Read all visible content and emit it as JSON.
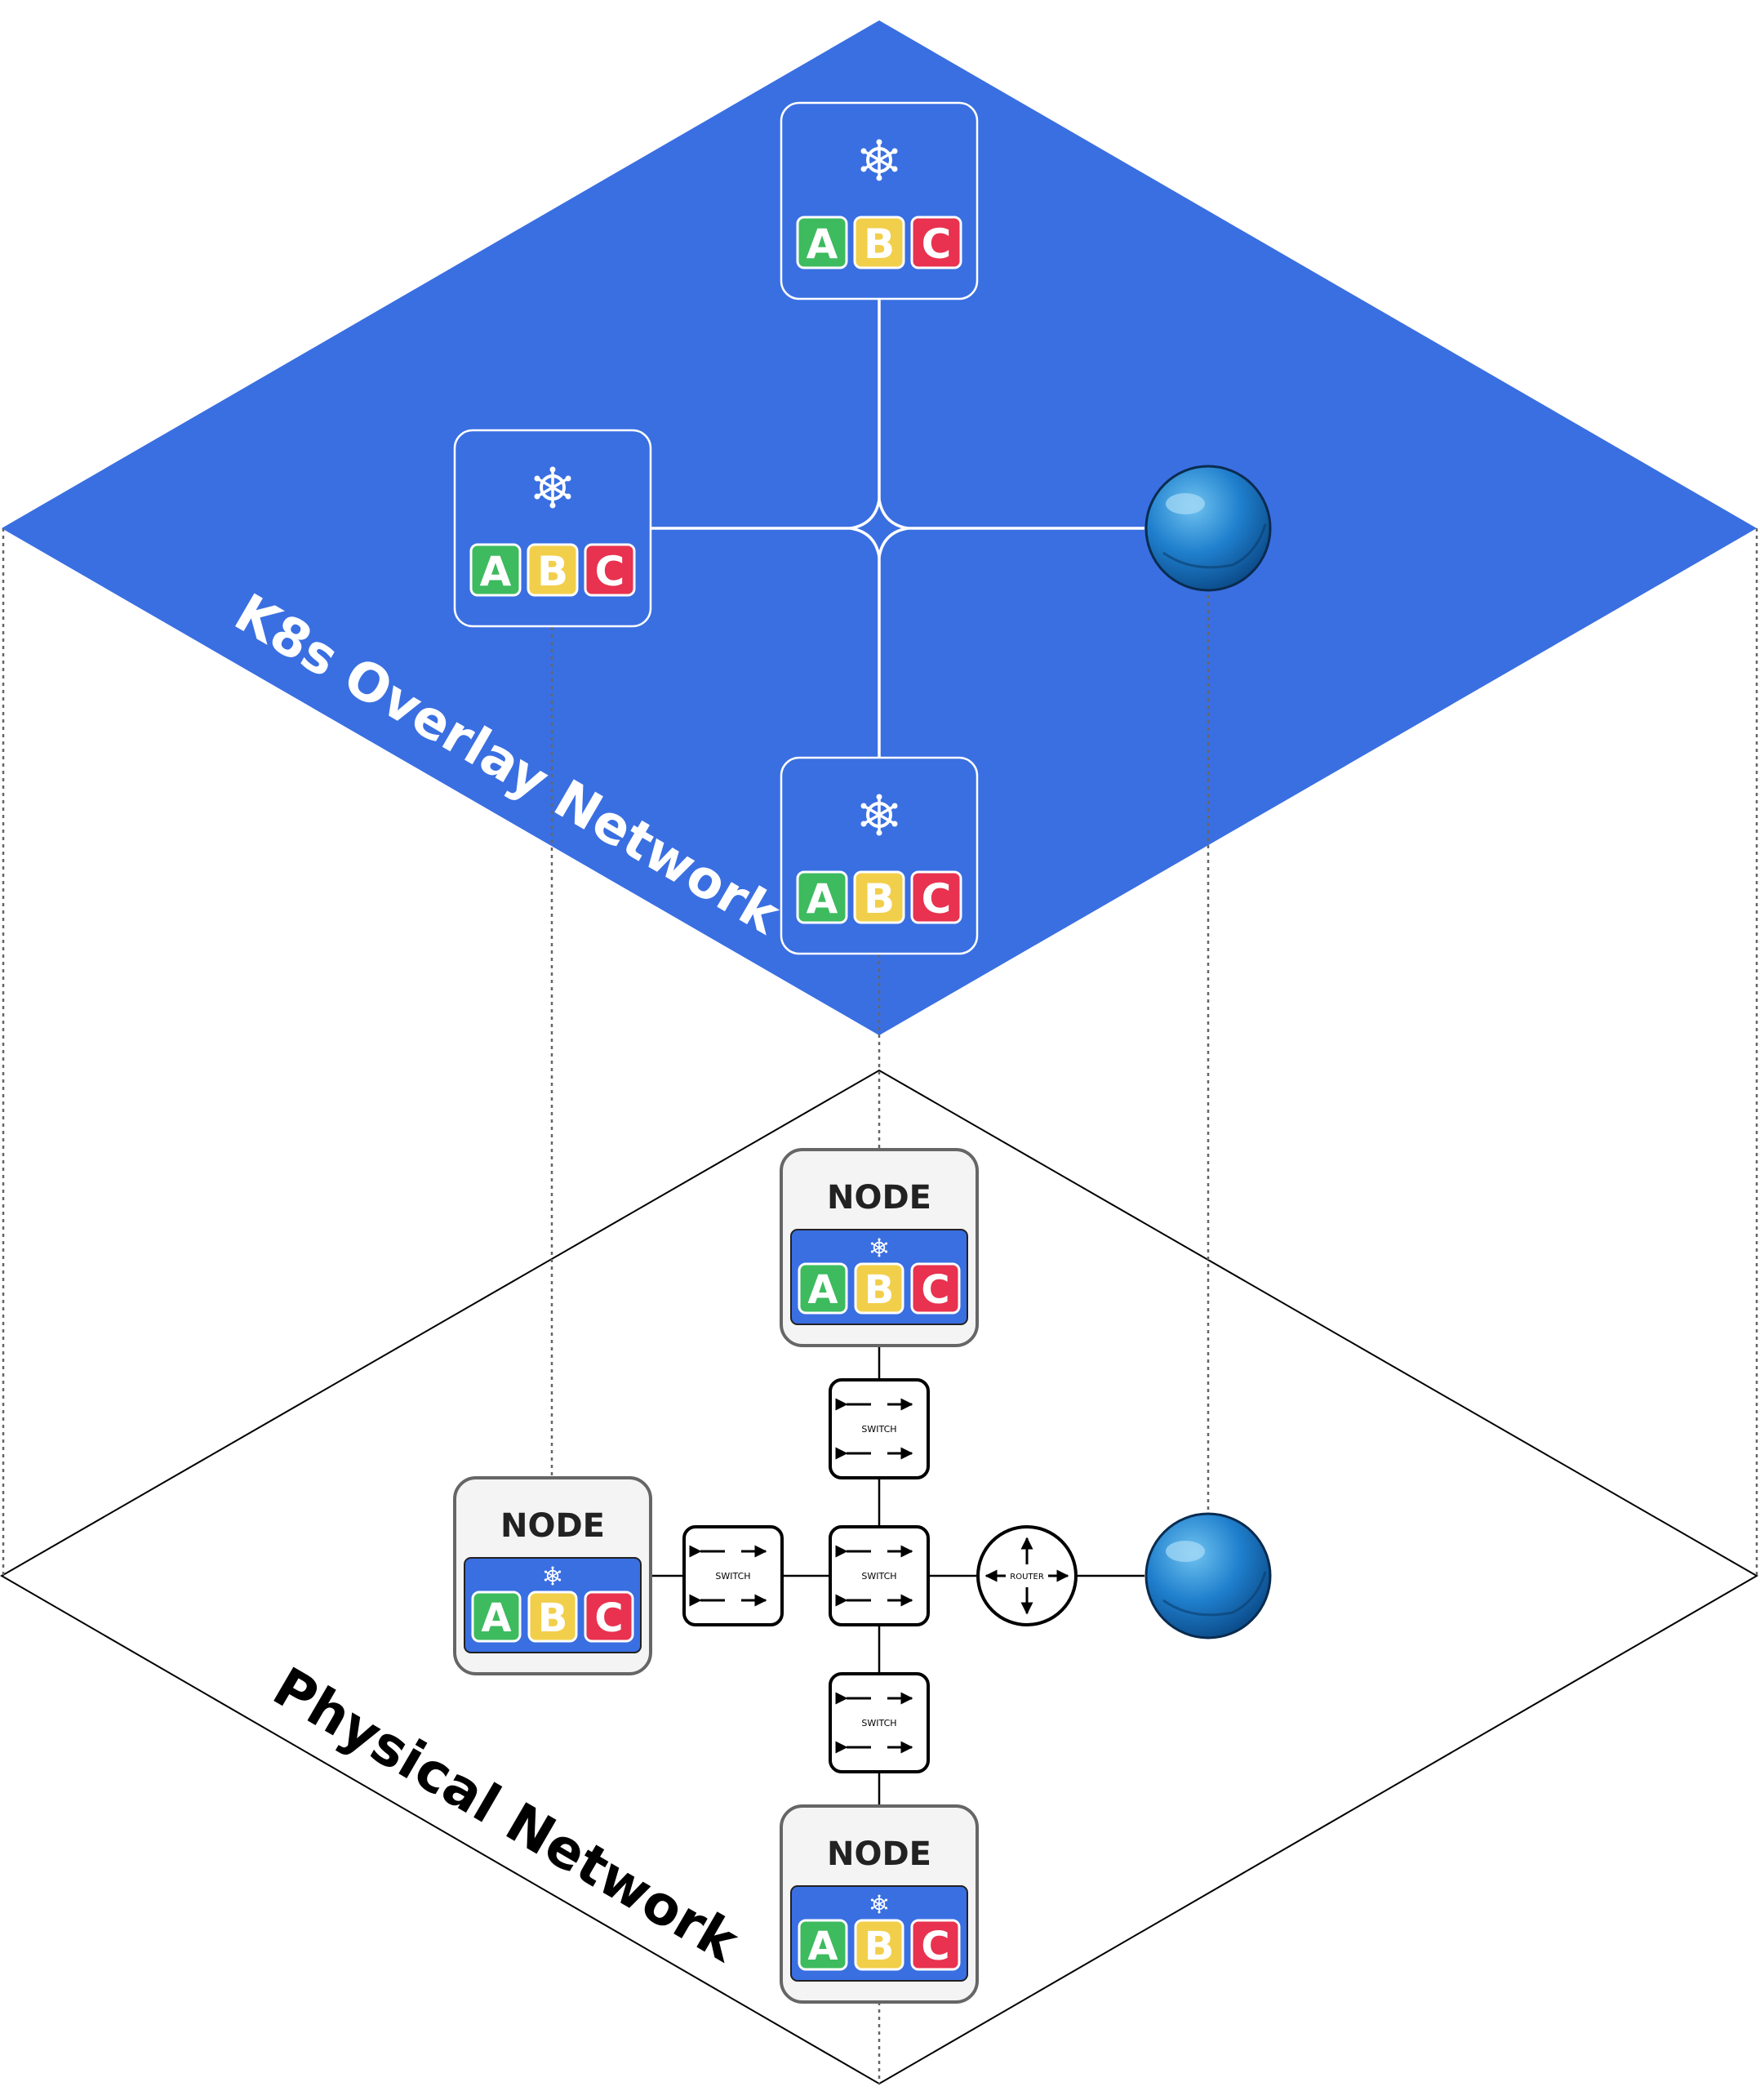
{
  "labels": {
    "overlay": "K8s Overlay Network",
    "physical": "Physical Network"
  },
  "pod_letters": [
    "A",
    "B",
    "C"
  ],
  "node_title": "NODE",
  "switch_label": "SWITCH",
  "router_label": "ROUTER",
  "icons": {
    "k8s": "kubernetes-wheel-icon",
    "switch": "switch-arrows-icon",
    "router": "router-arrows-icon",
    "internet": "globe-sphere-icon"
  },
  "colors": {
    "overlay_plane": "#3a6fe2",
    "pod_border": "#ffffff",
    "letter_a": "#3dbb5e",
    "letter_b": "#f2cf4a",
    "letter_c": "#e8324f",
    "node_bg": "#f4f4f4",
    "node_border": "#666666",
    "globe": "#1c77c4"
  }
}
